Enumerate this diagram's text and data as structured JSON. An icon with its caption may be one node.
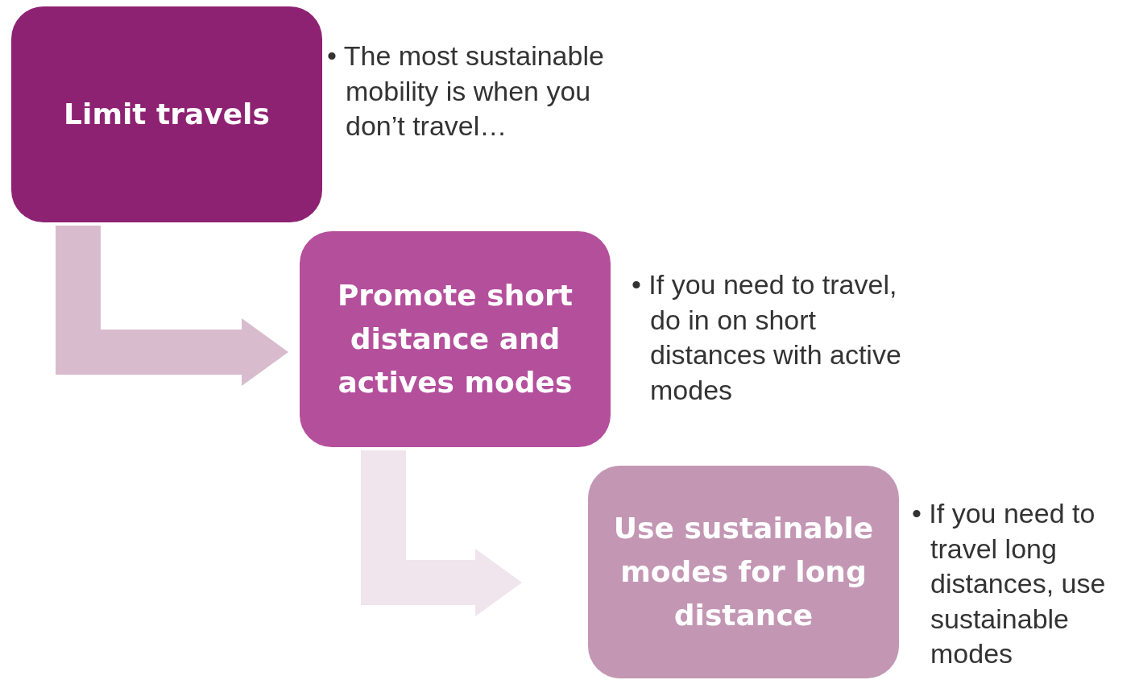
{
  "diagram": {
    "nodes": [
      {
        "text": [
          "Limit travels"
        ],
        "beside": [
          "• The most sustainable mobility is when you don’t travel…"
        ]
      },
      {
        "text": [
          "Promote short distance and actives modes"
        ],
        "beside": [
          "• If you need to travel, do in on short distances with active modes"
        ]
      },
      {
        "text": [
          "Use sustainable modes for long distance"
        ],
        "beside": [
          "• If you need to travel long distances, use sustainable modes"
        ]
      }
    ],
    "edges": [
      {
        "from": 0,
        "to": 1,
        "arrow": "to",
        "color": "#d8bccd"
      },
      {
        "from": 1,
        "to": 2,
        "arrow": "to",
        "color": "#f0e5ec"
      }
    ]
  }
}
